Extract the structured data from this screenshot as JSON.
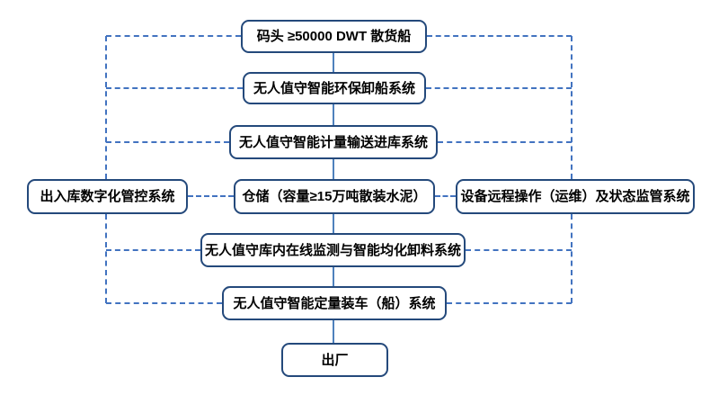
{
  "diagram": {
    "colors": {
      "box_border": "#24497b",
      "connector": "#4f81bd",
      "dashed": "#4273c0",
      "text": "#000000",
      "bg": "#ffffff"
    },
    "nodes": {
      "dock": {
        "label": "码头 ≥50000 DWT 散货船"
      },
      "unloading": {
        "label": "无人值守智能环保卸船系统"
      },
      "conveying": {
        "label": "无人值守智能计量输送进库系统"
      },
      "storage": {
        "label": "仓储（容量≥15万吨散装水泥）"
      },
      "warehouse_control": {
        "label": "出入库数字化管控系统"
      },
      "remote_ops": {
        "label": "设备远程操作（运维）及状态监管系统"
      },
      "monitoring": {
        "label": "无人值守库内在线监测与智能均化卸料系统"
      },
      "loading": {
        "label": "无人值守智能定量装车（船）系统"
      },
      "exit": {
        "label": "出厂"
      }
    }
  }
}
